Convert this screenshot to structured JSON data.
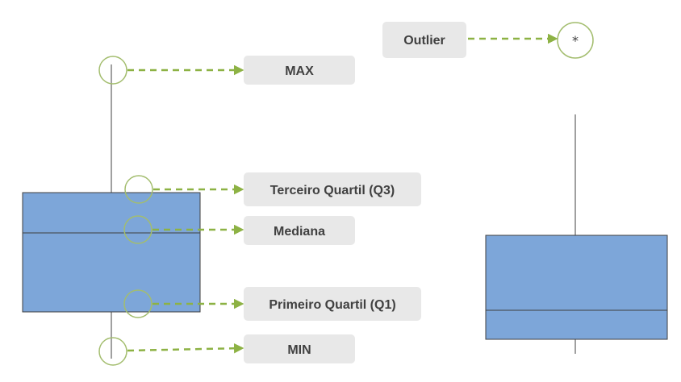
{
  "labels": {
    "outlier": "Outlier",
    "max": "MAX",
    "q3": "Terceiro Quartil (Q3)",
    "median": "Mediana",
    "q1": "Primeiro Quartil (Q1)",
    "min": "MIN"
  },
  "outlier_marker": "*",
  "colors": {
    "box_fill": "#7da6d9",
    "box_stroke": "#3f3f3f",
    "connector": "#8db244",
    "ring": "#a3bd6e",
    "label_background": "#e8e8e8",
    "label_text": "#404040"
  }
}
